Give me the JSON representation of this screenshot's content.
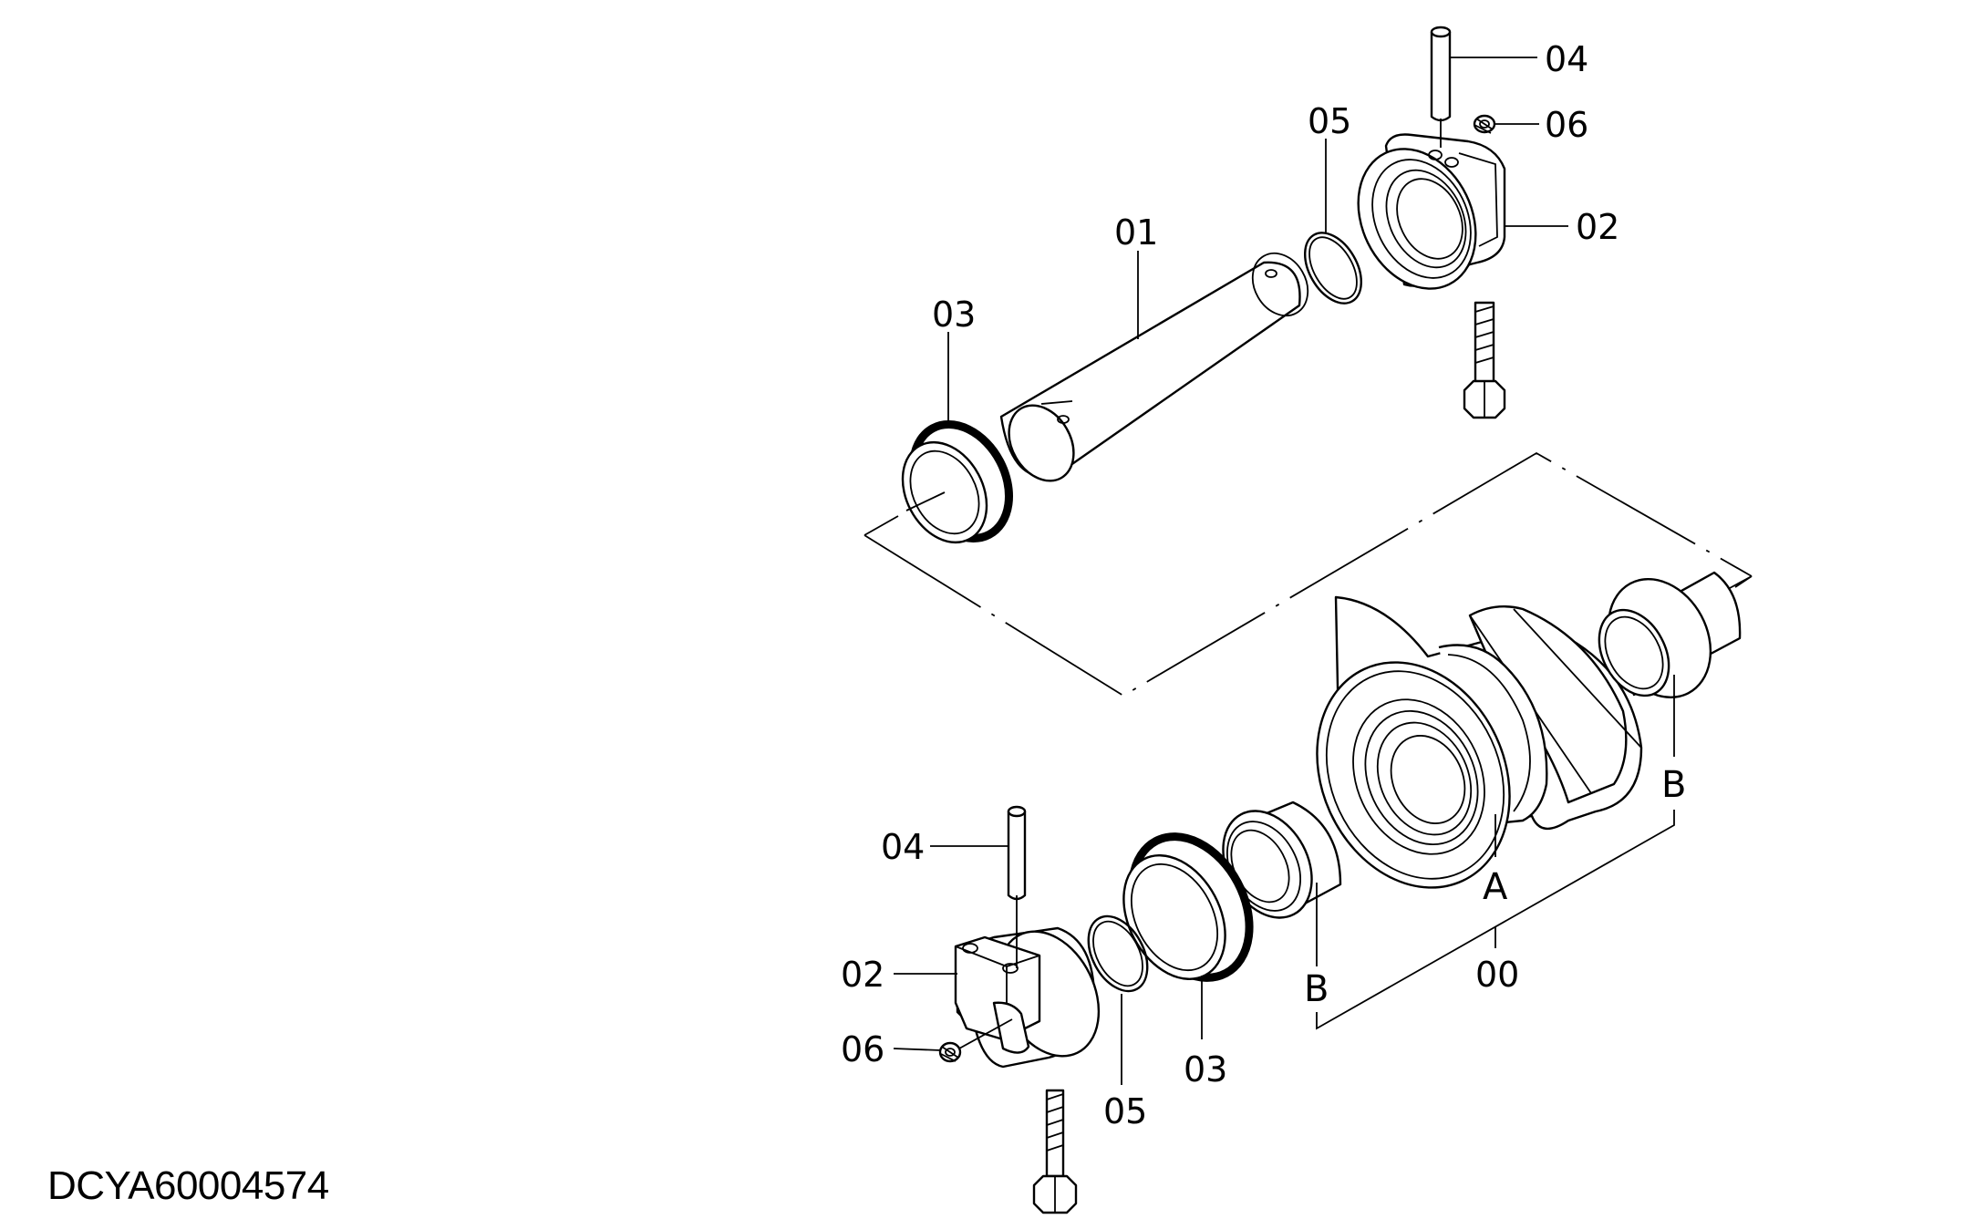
{
  "diagram": {
    "reference_code": "DCYA60004574",
    "callouts": {
      "top_04": "04",
      "top_05": "05",
      "top_06": "06",
      "top_01": "01",
      "top_02": "02",
      "top_03": "03",
      "bottom_04": "04",
      "bottom_02": "02",
      "bottom_06": "06",
      "bottom_05": "05",
      "bottom_03": "03",
      "assembly_00": "00",
      "marker_a": "A",
      "marker_b_right": "B",
      "marker_b_left": "B"
    }
  }
}
